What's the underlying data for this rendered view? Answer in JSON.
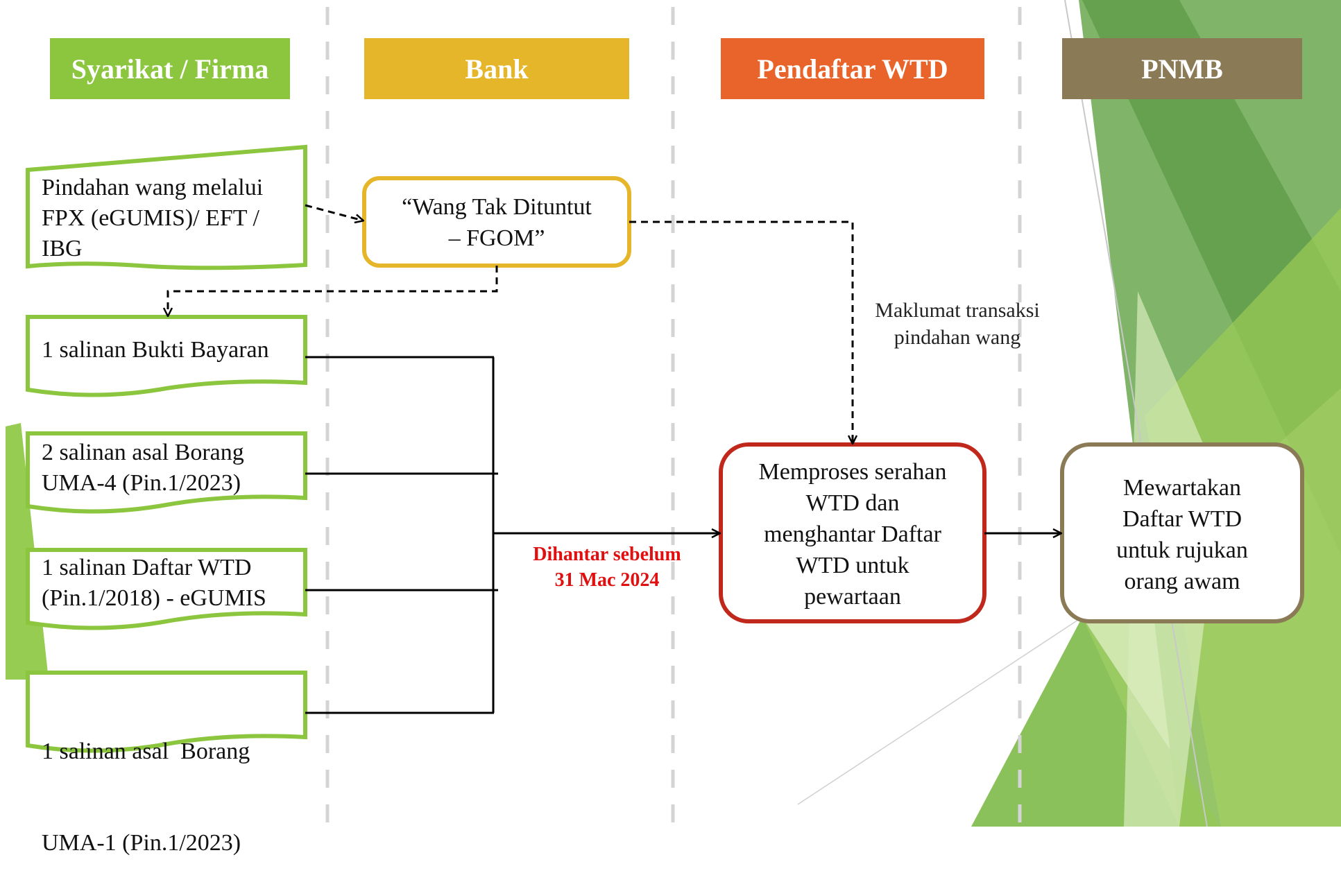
{
  "lanes": [
    {
      "label": "Syarikat / Firma",
      "color": "#8cc63f"
    },
    {
      "label": "Bank",
      "color": "#e6b62a"
    },
    {
      "label": "Pendaftar WTD",
      "color": "#e8642a"
    },
    {
      "label": "PNMB",
      "color": "#8a7a55"
    }
  ],
  "nodes": {
    "transfer_doc": {
      "lines": [
        "Pindahan wang melalui",
        "FPX (eGUMIS)/ EFT /",
        "IBG"
      ]
    },
    "fgom_account": {
      "lines": [
        "“Wang Tak Dituntut",
        "– FGOM”"
      ]
    },
    "bukti_bayaran": {
      "lines": [
        "1 salinan Bukti Bayaran"
      ]
    },
    "borang_uma4": {
      "lines": [
        "2 salinan asal Borang",
        "UMA-4 (Pin.1/2023)"
      ]
    },
    "daftar_wtd": {
      "lines": [
        "1 salinan Daftar WTD",
        "(Pin.1/2018) - eGUMIS"
      ]
    },
    "borang_uma1": {
      "lines": [
        "1 salinan asal  Borang",
        "UMA-1 (Pin.1/2023)"
      ]
    },
    "process_wtd": {
      "lines": [
        "Memproses serahan",
        "WTD dan",
        "menghantar Daftar",
        "WTD untuk",
        "pewartaan"
      ]
    },
    "publish_wtd": {
      "lines": [
        "Mewartakan",
        "Daftar WTD",
        "untuk rujukan",
        "orang awam"
      ]
    }
  },
  "notes": {
    "transaction_info": {
      "lines": [
        "Maklumat transaksi",
        "pindahan wang"
      ]
    },
    "deadline": {
      "lines": [
        "Dihantar sebelum",
        "31 Mac 2024"
      ]
    }
  },
  "colors": {
    "doc_border": "#8cc63f",
    "bank_border": "#e6b62a",
    "process_border": "#c0281c",
    "publish_border": "#8a7a55",
    "deadline_text": "#e01010"
  }
}
